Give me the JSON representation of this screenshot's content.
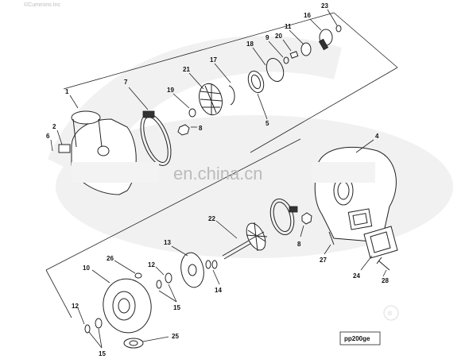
{
  "watermark": {
    "main": "en.china.cn",
    "top": "©Cummins Inc",
    "copyright_mark": "©"
  },
  "figure_code": "pp200ge",
  "labels": [
    {
      "id": "c1",
      "text": "1"
    },
    {
      "id": "c2",
      "text": "2"
    },
    {
      "id": "c6",
      "text": "6"
    },
    {
      "id": "c7",
      "text": "7"
    },
    {
      "id": "c19",
      "text": "19"
    },
    {
      "id": "c21",
      "text": "21"
    },
    {
      "id": "c17",
      "text": "17"
    },
    {
      "id": "c18",
      "text": "18"
    },
    {
      "id": "c9",
      "text": "9"
    },
    {
      "id": "c20",
      "text": "20"
    },
    {
      "id": "c11",
      "text": "11"
    },
    {
      "id": "c16",
      "text": "16"
    },
    {
      "id": "c23",
      "text": "23"
    },
    {
      "id": "c8a",
      "text": "8"
    },
    {
      "id": "c5",
      "text": "5"
    },
    {
      "id": "c4",
      "text": "4"
    },
    {
      "id": "c22",
      "text": "22"
    },
    {
      "id": "c8b",
      "text": "8"
    },
    {
      "id": "c13",
      "text": "13"
    },
    {
      "id": "c26",
      "text": "26"
    },
    {
      "id": "c12a",
      "text": "12"
    },
    {
      "id": "c10",
      "text": "10"
    },
    {
      "id": "c14",
      "text": "14"
    },
    {
      "id": "c15a",
      "text": "15"
    },
    {
      "id": "c27",
      "text": "27"
    },
    {
      "id": "c24",
      "text": "24"
    },
    {
      "id": "c28",
      "text": "28"
    },
    {
      "id": "c12b",
      "text": "12"
    },
    {
      "id": "c15b",
      "text": "15"
    },
    {
      "id": "c25",
      "text": "25"
    }
  ]
}
